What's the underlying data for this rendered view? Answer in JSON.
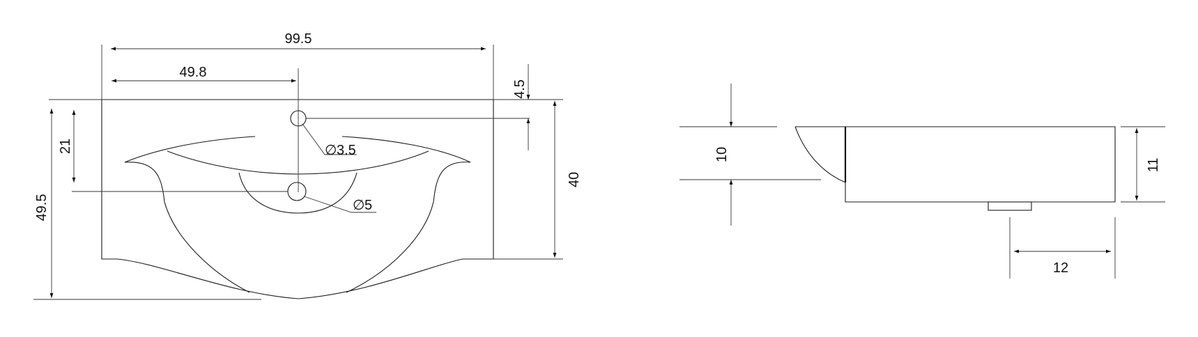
{
  "front_view": {
    "dim_overall_width": "99.5",
    "dim_tap_offset": "49.8",
    "dim_back_to_tap": "4.5",
    "dim_tap_to_drain": "21",
    "dim_overall_depth": "49.5",
    "dim_body_depth": "40",
    "tap_hole_diameter": "3.5",
    "drain_diameter": "5",
    "diameter_symbol": "∅"
  },
  "side_view": {
    "dim_front_height": "10",
    "dim_body_height": "11",
    "dim_rear_offset": "12"
  }
}
